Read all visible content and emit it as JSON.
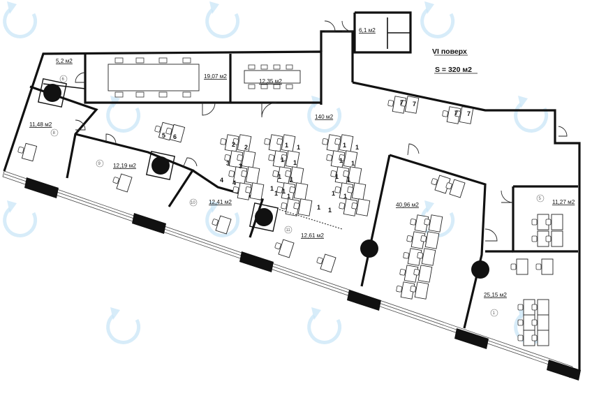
{
  "plan": {
    "floor_label": "VI поверх",
    "total_area": "S = 320 м2"
  },
  "rooms": [
    {
      "key": "r1",
      "area": "5,2 м2",
      "num": "6"
    },
    {
      "key": "r2",
      "area": "19,07 м2",
      "num": ""
    },
    {
      "key": "r3",
      "area": "12,35 м2",
      "num": ""
    },
    {
      "key": "r4",
      "area": "6,1 м2",
      "num": ""
    },
    {
      "key": "r5",
      "area": "11,48 м2",
      "num": "8"
    },
    {
      "key": "r6",
      "area": "140 м2",
      "num": ""
    },
    {
      "key": "r7",
      "area": "12,19 м2",
      "num": "9"
    },
    {
      "key": "r8",
      "area": "12,41 м2",
      "num": "10"
    },
    {
      "key": "r9",
      "area": "12,61 м2",
      "num": "11"
    },
    {
      "key": "r10",
      "area": "40,96 м2",
      "num": ""
    },
    {
      "key": "r11",
      "area": "11,27 м2",
      "num": "5"
    },
    {
      "key": "r12",
      "area": "25,15 м2",
      "num": "1"
    }
  ],
  "seat_numbers": [
    "5",
    "6",
    "2",
    "2",
    "3",
    "3",
    "4",
    "4",
    "1",
    "1",
    "1",
    "1",
    "1",
    "1",
    "1",
    "1",
    "1",
    "1",
    "1",
    "1",
    "1",
    "1",
    "1",
    "1",
    "1",
    "1",
    "1",
    "1",
    "7",
    "7",
    "7",
    "7"
  ],
  "watermark_icon": "refresh-logo-icon"
}
